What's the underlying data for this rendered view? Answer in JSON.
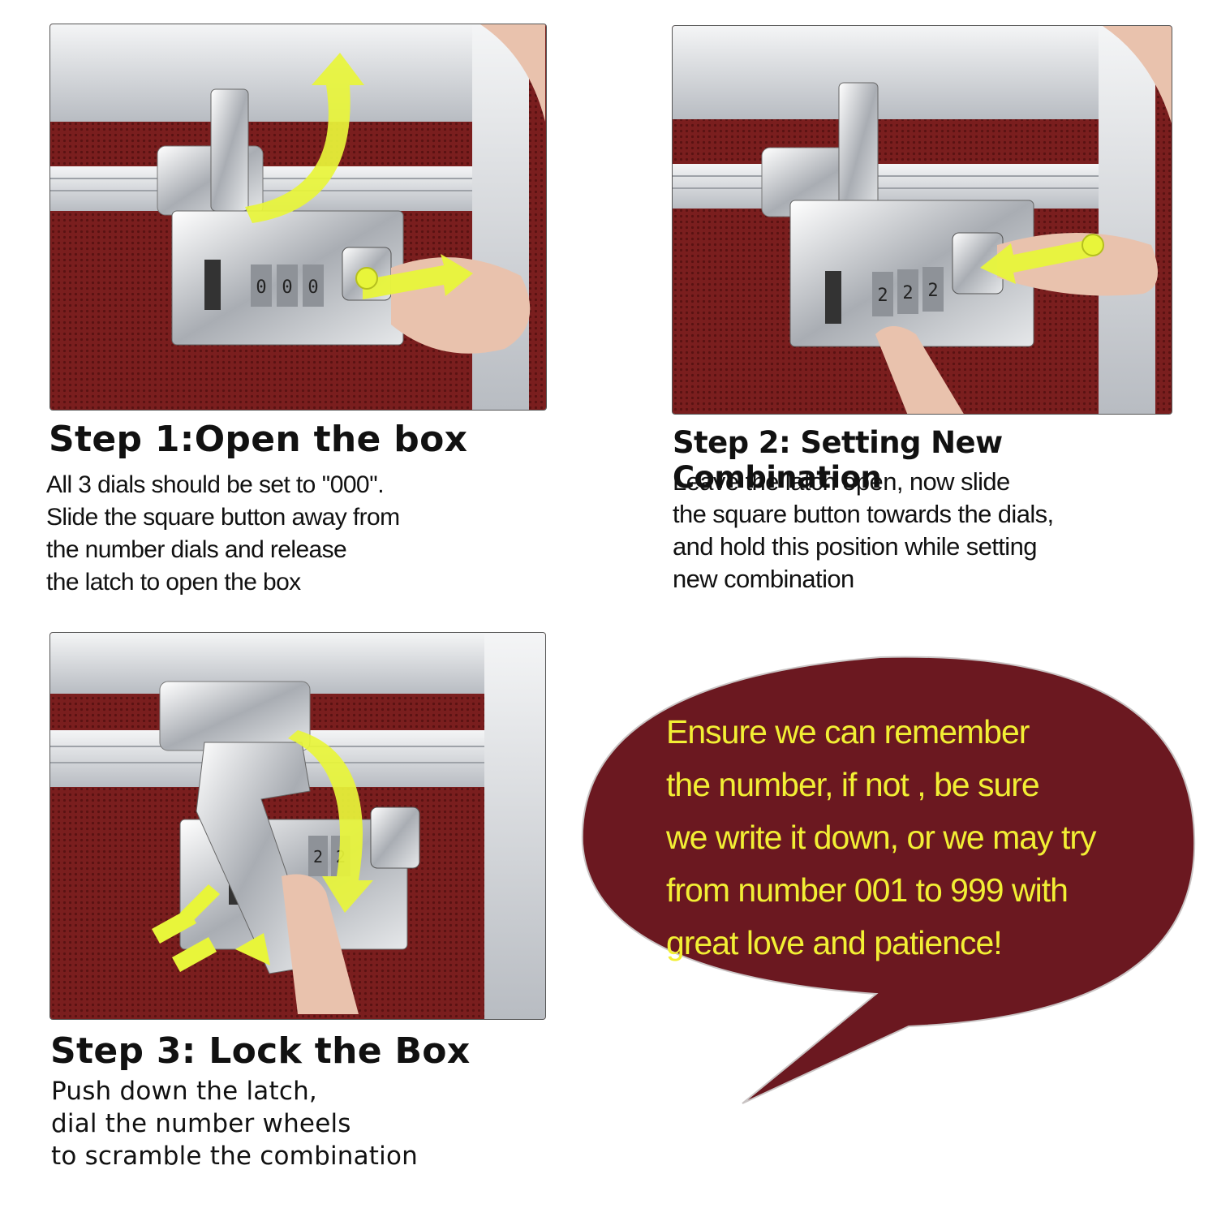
{
  "steps": [
    {
      "title": "Step 1:Open the box",
      "lines": [
        "All 3 dials should be set to ''000''.",
        "Slide the square button away from",
        "the number dials and release",
        "the latch to open the box"
      ],
      "dial_digits": [
        "0",
        "0",
        "0"
      ]
    },
    {
      "title": "Step 2: Setting New Combination",
      "lines": [
        "Leave the latch open, now slide",
        "the square button towards the dials,",
        "and hold this position while setting",
        "new combination"
      ],
      "dial_digits": [
        "2",
        "2",
        "2"
      ]
    },
    {
      "title": "Step 3: Lock the Box",
      "lines": [
        "Push down the latch,",
        "dial the number wheels",
        "to scramble the combination"
      ],
      "dial_digits": [
        "2",
        "2"
      ]
    }
  ],
  "note": {
    "lines": [
      "Ensure we can remember",
      "the number,  if not , be sure",
      "we write it down, or we may try",
      "from number 001 to 999 with",
      " great love and patience!"
    ]
  },
  "colors": {
    "box_red": "#7a1e1e",
    "bubble_fill": "#6b1820",
    "bubble_text": "#f2ef34",
    "arrow": "#e8f53a",
    "chrome": "#c9ccd1"
  }
}
